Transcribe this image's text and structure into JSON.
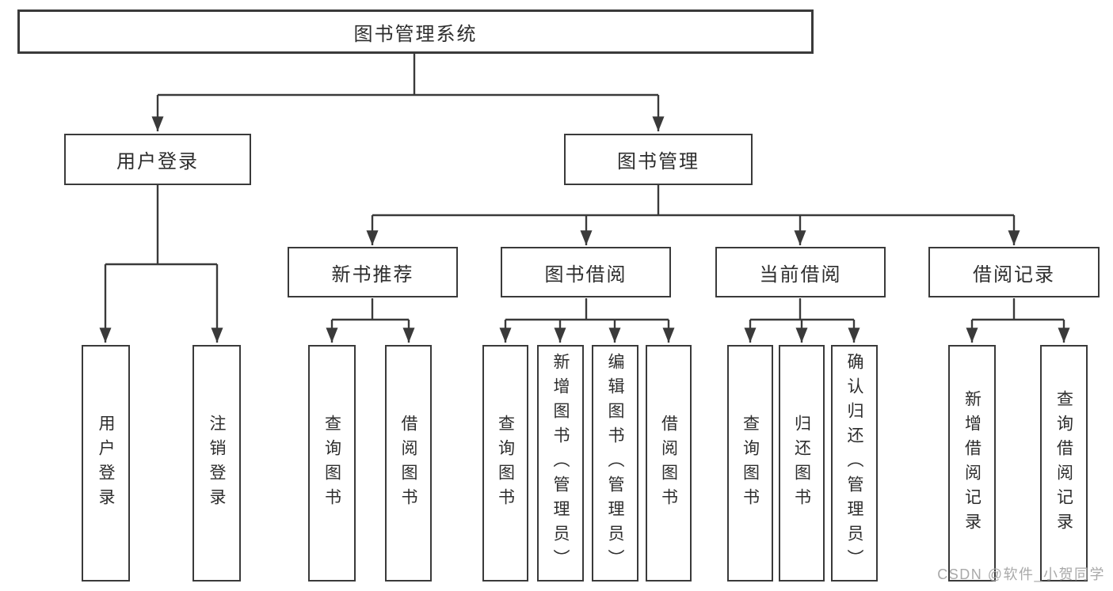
{
  "tree": {
    "root": {
      "label": "图书管理系统",
      "children": [
        {
          "label": "用户登录",
          "children": [
            {
              "label": "用户登录"
            },
            {
              "label": "注销登录"
            }
          ]
        },
        {
          "label": "图书管理",
          "children": [
            {
              "label": "新书推荐",
              "children": [
                {
                  "label": "查询图书"
                },
                {
                  "label": "借阅图书"
                }
              ]
            },
            {
              "label": "图书借阅",
              "children": [
                {
                  "label": "查询图书"
                },
                {
                  "label": "新增图书（管理员）"
                },
                {
                  "label": "编辑图书（管理员）"
                },
                {
                  "label": "借阅图书"
                }
              ]
            },
            {
              "label": "当前借阅",
              "children": [
                {
                  "label": "查询图书"
                },
                {
                  "label": "归还图书"
                },
                {
                  "label": "确认归还（管理员）"
                }
              ]
            },
            {
              "label": "借阅记录",
              "children": [
                {
                  "label": "新增借阅记录"
                },
                {
                  "label": "查询借阅记录"
                }
              ]
            }
          ]
        }
      ]
    }
  },
  "watermark": {
    "text": "CSDN @软件_小贺同学"
  },
  "colors": {
    "line": "#3a3a3a",
    "text": "#2d2d2d",
    "watermark": "#a9a9a9",
    "bg": "#ffffff"
  }
}
